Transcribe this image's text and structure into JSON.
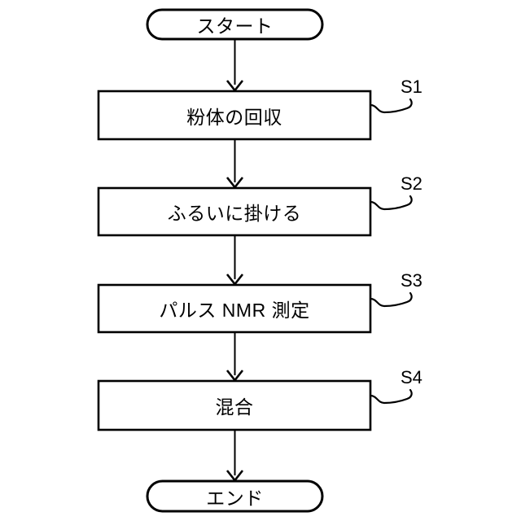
{
  "diagram": {
    "title": "process-flowchart",
    "colors": {
      "stroke": "#000000",
      "background": "#ffffff",
      "text": "#000000"
    },
    "nodes": [
      {
        "id": "start",
        "shape": "stadium",
        "label": "スタート",
        "step": ""
      },
      {
        "id": "s1",
        "shape": "rectangle",
        "label": "粉体の回収",
        "step": "S1"
      },
      {
        "id": "s2",
        "shape": "rectangle",
        "label": "ふるいに掛ける",
        "step": "S2"
      },
      {
        "id": "s3",
        "shape": "rectangle",
        "label": "パルス NMR 測定",
        "step": "S3"
      },
      {
        "id": "s4",
        "shape": "rectangle",
        "label": "混合",
        "step": "S4"
      },
      {
        "id": "end",
        "shape": "stadium",
        "label": "エンド",
        "step": ""
      }
    ],
    "connectors": [
      {
        "from": "start",
        "to": "s1",
        "arrow": "down"
      },
      {
        "from": "s1",
        "to": "s2",
        "arrow": "down"
      },
      {
        "from": "s2",
        "to": "s3",
        "arrow": "down"
      },
      {
        "from": "s3",
        "to": "s4",
        "arrow": "down"
      },
      {
        "from": "s4",
        "to": "end",
        "arrow": "down"
      }
    ]
  }
}
